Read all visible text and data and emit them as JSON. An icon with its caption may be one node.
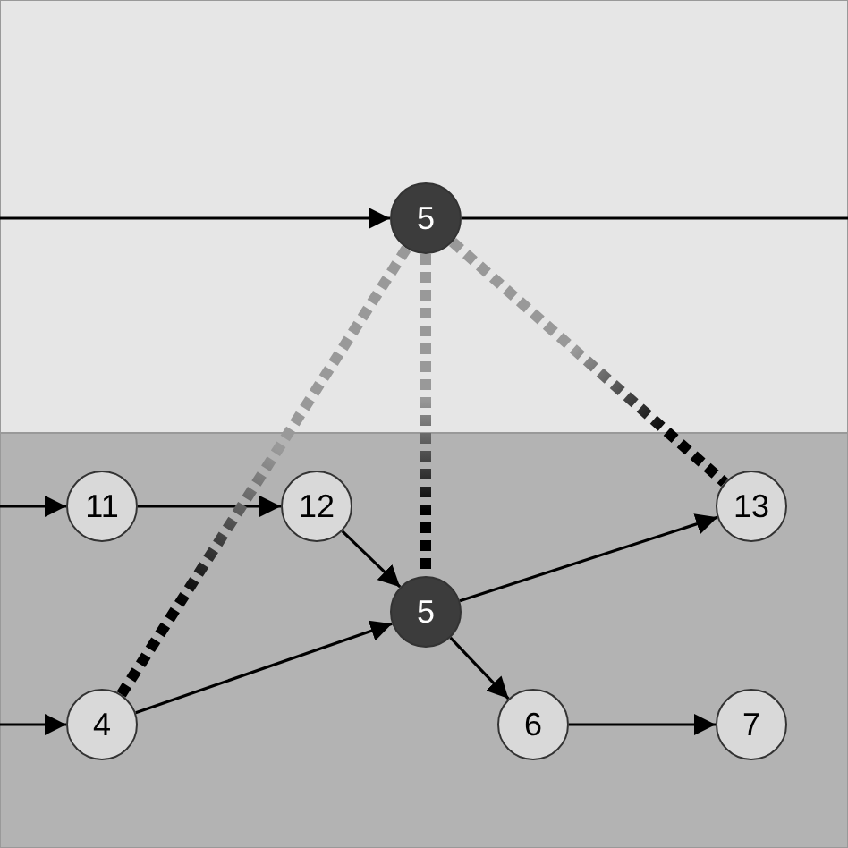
{
  "diagram": {
    "nodes": [
      {
        "text": [
          "5"
        ]
      },
      {
        "text": [
          "11"
        ]
      },
      {
        "text": [
          "12"
        ]
      },
      {
        "text": [
          "13"
        ]
      },
      {
        "text": [
          "5"
        ]
      },
      {
        "text": [
          "4"
        ]
      },
      {
        "text": [
          "6"
        ]
      },
      {
        "text": [
          "7"
        ]
      }
    ],
    "edges": [
      {
        "from": null,
        "to": 0,
        "arrow": "to"
      },
      {
        "from": 0,
        "to": null,
        "arrow": "none"
      },
      {
        "from": null,
        "to": 1,
        "arrow": "to"
      },
      {
        "from": 1,
        "to": 2,
        "arrow": "to"
      },
      {
        "from": 2,
        "to": 4,
        "arrow": "to"
      },
      {
        "from": 4,
        "to": 3,
        "arrow": "to"
      },
      {
        "from": 4,
        "to": 6,
        "arrow": "to"
      },
      {
        "from": 6,
        "to": 7,
        "arrow": "to"
      },
      {
        "from": null,
        "to": 5,
        "arrow": "to"
      },
      {
        "from": 5,
        "to": 4,
        "arrow": "to"
      },
      {
        "from": 0,
        "to": 5,
        "arrow": "none",
        "style": "dashed",
        "color": "#999999"
      },
      {
        "from": 0,
        "to": 4,
        "arrow": "none",
        "style": "dashed",
        "color": "#999999"
      },
      {
        "from": 0,
        "to": 3,
        "arrow": "none",
        "style": "dashed",
        "color": "#999999"
      }
    ]
  }
}
